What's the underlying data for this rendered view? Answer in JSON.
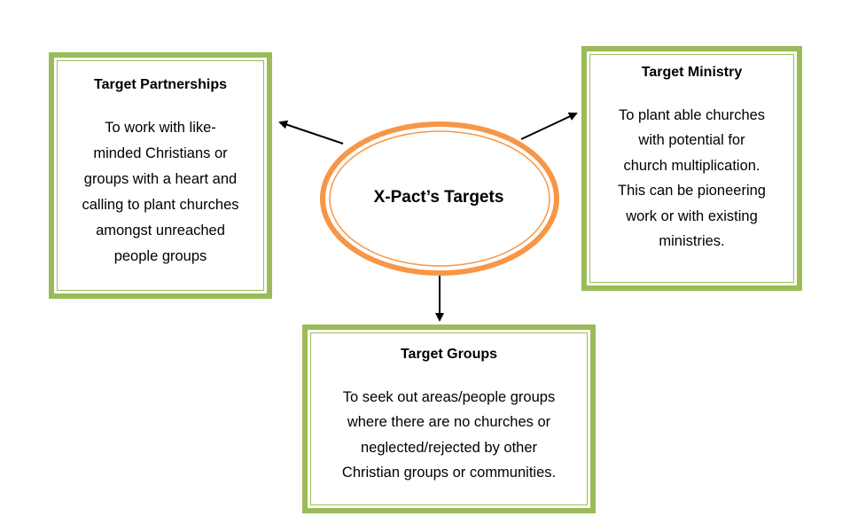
{
  "center": {
    "title": "X-Pact’s Targets"
  },
  "partnerships": {
    "title": "Target Partnerships",
    "lines": [
      "To work with like-",
      "minded Christians or",
      "groups with a heart and",
      "calling to plant churches",
      "amongst unreached",
      "people groups"
    ]
  },
  "ministry": {
    "title": "Target Ministry",
    "lines": [
      "To plant able churches",
      "with potential for",
      "church multiplication.",
      "This can be pioneering",
      "work or with existing",
      "ministries."
    ]
  },
  "groups": {
    "title": "Target Groups",
    "lines": [
      "To seek out areas/people groups",
      "where there are no churches or",
      "neglected/rejected by other",
      "Christian groups or communities."
    ]
  },
  "colors": {
    "box_border": "#9bbb59",
    "ellipse_border": "#f79646",
    "arrow": "#000000"
  }
}
